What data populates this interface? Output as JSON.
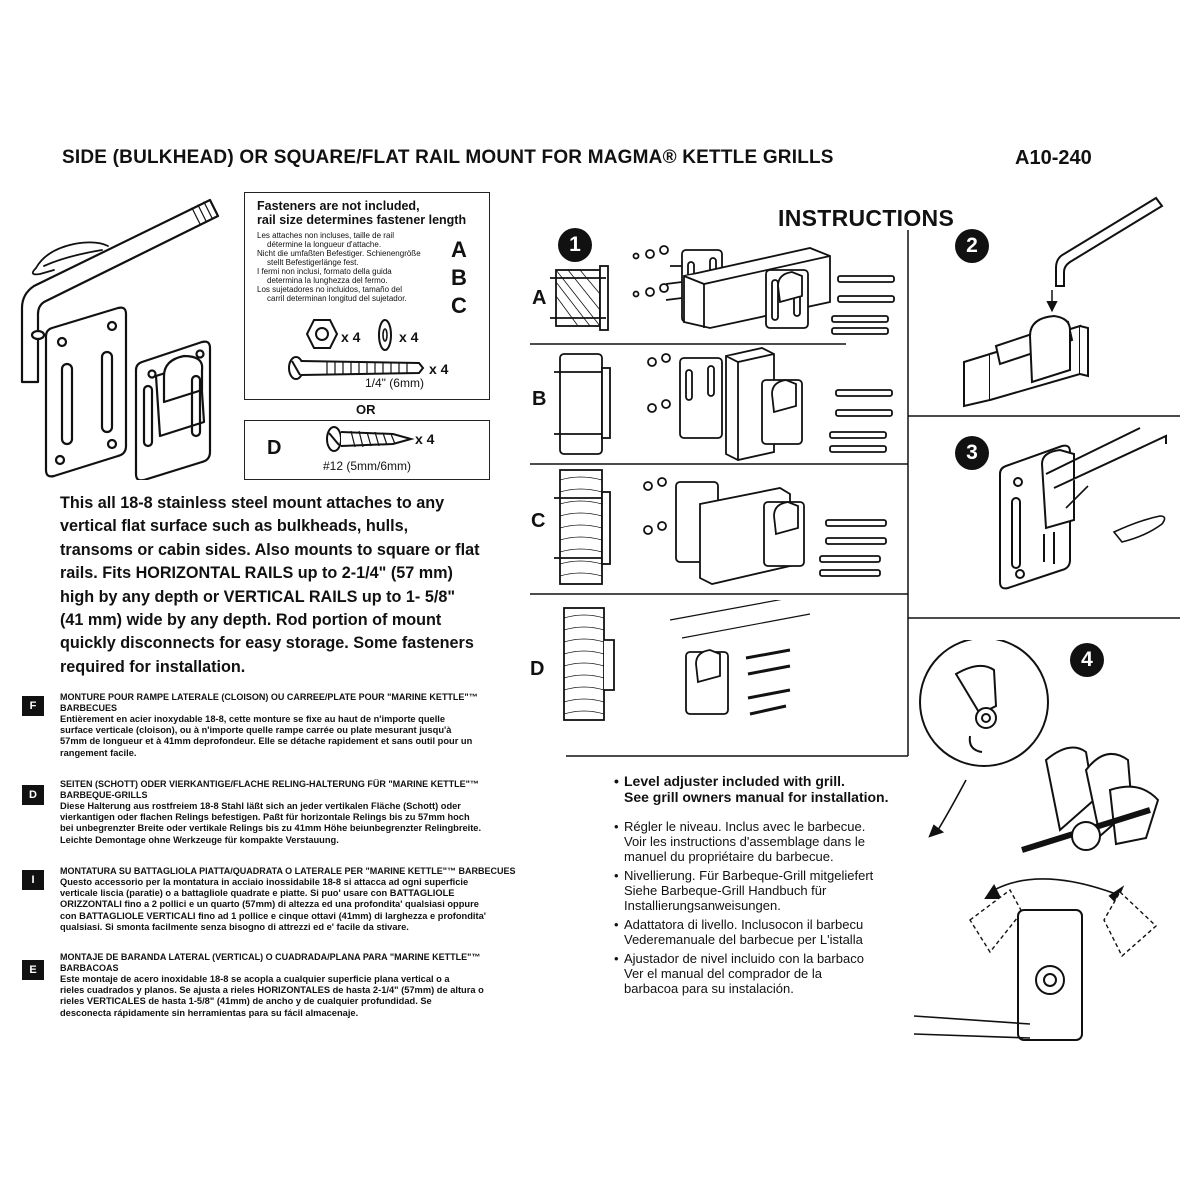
{
  "header": {
    "title": "SIDE (BULKHEAD) OR SQUARE/FLAT RAIL MOUNT FOR MAGMA® KETTLE GRILLS",
    "part_number": "A10-240",
    "instructions": "INSTRUCTIONS"
  },
  "fasteners": {
    "heading_line1": "Fasteners are not included,",
    "heading_line2": "rail size determines fastener length",
    "notes": [
      "Les attaches non incluses, taille de rail",
      "détermine la longueur d'attache.",
      "Nicht die umfaßten Befestiger. Schienengröße",
      "stellt Befestigerlänge fest.",
      "I fermi non inclusi, formato della guida",
      "determina la lunghezza del fermo.",
      "Los sujetadores no incluidos, tamaño del",
      "carril determinan longitud del sujetador."
    ],
    "labels": [
      "A",
      "B",
      "C"
    ],
    "nut_qty": "x 4",
    "washer_qty": "x 4",
    "bolt_qty": "x 4",
    "bolt_size": "1/4\" (6mm)",
    "or": "OR",
    "screw_label": "D",
    "screw_qty": "x 4",
    "screw_size": "#12 (5mm/6mm)"
  },
  "description_lines": [
    "This all 18-8 stainless steel mount attaches to any",
    "vertical flat surface such as bulkheads, hulls,",
    "transoms or cabin sides. Also mounts to square or flat",
    "rails. Fits HORIZONTAL RAILS up to 2-1/4\" (57 mm)",
    "high by any depth or VERTICAL RAILS up to 1- 5/8\"",
    "(41 mm) wide by any depth. Rod portion of mount",
    "quickly disconnects for easy storage. Some fasteners",
    "required for installation."
  ],
  "languages": [
    {
      "badge": "F",
      "title_lines": [
        "MONTURE POUR RAMPE LATERALE (CLOISON) OU CARREE/PLATE POUR \"MARINE KETTLE\"™",
        "BARBECUES"
      ],
      "body_lines": [
        "Entièrement en acier inoxydable 18-8, cette monture se fixe au haut de n'importe quelle",
        "surface verticale (cloison), ou à n'importe quelle rampe carrée ou plate mesurant jusqu'à",
        "57mm de longueur et à 41mm deprofondeur. Elle se détache rapidement et sans outil pour un",
        "rangement facile."
      ]
    },
    {
      "badge": "D",
      "title_lines": [
        "SEITEN (SCHOTT) ODER VIERKANTIGE/FLACHE RELING-HALTERUNG FÜR \"MARINE KETTLE\"™",
        "BARBEQUE-GRILLS"
      ],
      "body_lines": [
        "Diese Halterung aus rostfreiem 18-8 Stahl läßt sich an jeder vertikalen Fläche (Schott) oder",
        "vierkantigen oder flachen Relings befestigen.  Paßt für horizontale Relings bis zu 57mm hoch",
        "bei unbegrenzter Breite oder vertikale Relings bis zu 41mm Höhe beiunbegrenzter Relingbreite.",
        "Leichte Demontage ohne Werkzeuge für kompakte Verstauung."
      ]
    },
    {
      "badge": "I",
      "title_lines": [
        "MONTATURA SU BATTAGLIOLA PIATTA/QUADRATA O LATERALE PER \"MARINE KETTLE\"™ BARBECUES"
      ],
      "body_lines": [
        "Questo accessorio per la montatura in acciaio inossidabile 18-8 si attacca ad ogni superficie",
        "verticale liscia (paratie) o a battagliole quadrate e piatte. Si puo' usare con BATTAGLIOLE",
        "ORIZZONTALI fino a 2 pollici e un quarto (57mm) di altezza ed una profondita' qualsiasi oppure",
        "con BATTAGLIOLE VERTICALI fino ad 1 pollice e cinque ottavi (41mm) di larghezza e profondita'",
        "qualsiasi. Si smonta facilmente senza bisogno di attrezzi ed e' facile da stivare."
      ]
    },
    {
      "badge": "E",
      "title_lines": [
        "MONTAJE DE BARANDA LATERAL (VERTICAL) O CUADRADA/PLANA PARA \"MARINE KETTLE\"™",
        "BARBACOAS"
      ],
      "body_lines": [
        "Este montaje de acero inoxidable 18-8 se acopla a cualquier superficie plana vertical o a",
        "rieles cuadrados y planos. Se ajusta a rieles HORIZONTALES de hasta 2-1/4\" (57mm) de altura o",
        "rieles VERTICALES de hasta 1-5/8\" (41mm) de ancho y de cualquier profundidad. Se",
        "desconecta rápidamente sin herramientas para su fácil almacenaje."
      ]
    }
  ],
  "steps": {
    "step1": "1",
    "step2": "2",
    "step3": "3",
    "step4": "4",
    "row_labels": [
      "A",
      "B",
      "C",
      "D"
    ]
  },
  "notes": [
    {
      "bold": true,
      "lines": [
        "Level adjuster included with grill.",
        "See grill owners manual for installation."
      ]
    },
    {
      "bold": false,
      "lines": [
        "Régler le niveau. Inclus avec le barbecue.",
        "Voir les instructions d'assemblage dans le",
        "manuel du propriétaire du barbecue."
      ]
    },
    {
      "bold": false,
      "lines": [
        "Nivellierung. Für Barbeque-Grill mitgeliefert",
        "Siehe Barbeque-Grill Handbuch für",
        "Installierungsanweisungen."
      ]
    },
    {
      "bold": false,
      "lines": [
        "Adattatora di livello. Inclusocon il barbecu",
        "Vederemanuale del barbecue per L'istalla"
      ]
    },
    {
      "bold": false,
      "lines": [
        "Ajustador de nivel incluido con la barbaco",
        "Ver el manual  del comprador de la",
        "barbacoa para su instalación."
      ]
    }
  ]
}
